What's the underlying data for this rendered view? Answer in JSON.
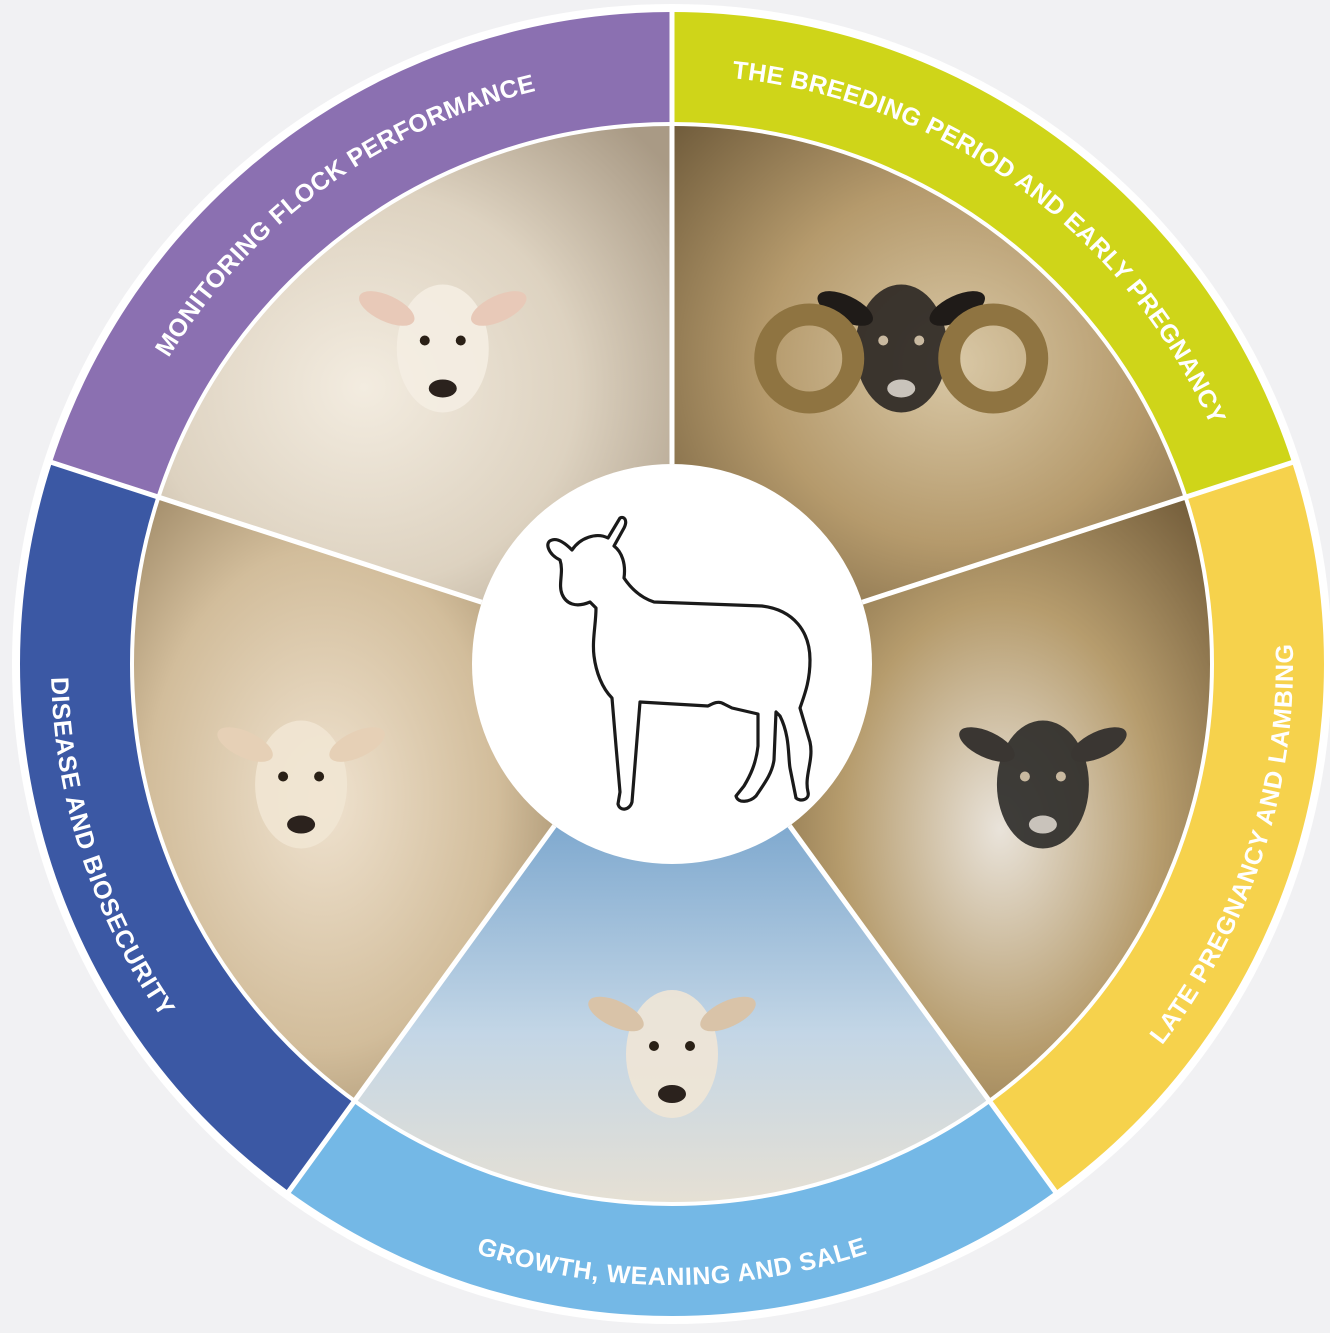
{
  "segments": [
    {
      "label": "MONITORING FLOCK PERFORMANCE",
      "color": "#8b70b1",
      "photo_icon": "flock-of-sheep-photo"
    },
    {
      "label": "THE BREEDING PERIOD AND EARLY PREGNANCY",
      "color": "#cfd519",
      "photo_icon": "horned-ram-photo"
    },
    {
      "label": "LATE PREGNANCY AND LAMBING",
      "color": "#f6d24c",
      "photo_icon": "ewe-and-newborn-lamb-photo"
    },
    {
      "label": "GROWTH, WEANING AND SALE",
      "color": "#74b8e6",
      "photo_icon": "young-lamb-photo"
    },
    {
      "label": "DISEASE AND BIOSECURITY",
      "color": "#3b58a4",
      "photo_icon": "sheep-vaccination-photo"
    }
  ],
  "center_icon": "lamb-outline-icon",
  "colors": {
    "background": "#f1f1f3",
    "divider": "#ffffff",
    "center_fill": "#ffffff"
  }
}
